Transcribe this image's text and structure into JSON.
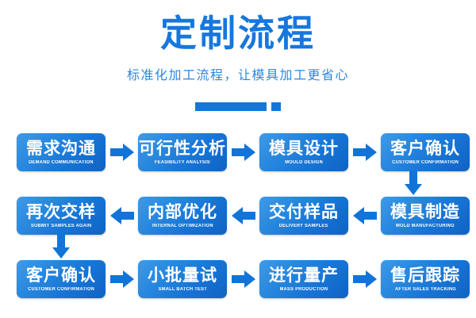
{
  "header": {
    "title": "定制流程",
    "subtitle": "标准化加工流程，让模具加工更省心",
    "accent_color": "#1677dd",
    "divider": {
      "bar_label": "divider-bar",
      "square_label": "divider-square"
    }
  },
  "theme": {
    "brand_blue": "#1677dd",
    "node_gradient_start": "#3f9ae8",
    "node_gradient_end": "#0f63c4",
    "arrow_color": "#1274d8",
    "background": "#ffffff",
    "node_text": "#ffffff"
  },
  "flow": {
    "rows": [
      {
        "direction": "right",
        "nodes": [
          {
            "cn": "需求沟通",
            "en": "DEMAND COMMUNICATION"
          },
          {
            "cn": "可行性分析",
            "en": "FEASIBILITY ANALYSIS"
          },
          {
            "cn": "模具设计",
            "en": "MOULD DESIGN"
          },
          {
            "cn": "客户确认",
            "en": "CUSTOMER CONFIRMATION"
          }
        ]
      },
      {
        "direction": "left",
        "nodes": [
          {
            "cn": "再次交样",
            "en": "SUBMIT SAMPLES AGAIN"
          },
          {
            "cn": "内部优化",
            "en": "INTERNAL OPTIMIZATION"
          },
          {
            "cn": "交付样品",
            "en": "DELIVERY SAMPLES"
          },
          {
            "cn": "模具制造",
            "en": "MOLD MANUFACTURING"
          }
        ]
      },
      {
        "direction": "right",
        "nodes": [
          {
            "cn": "客户确认",
            "en": "CUSTOMER CONFIRMATION"
          },
          {
            "cn": "小批量试",
            "en": "SMALL BATCH TEST"
          },
          {
            "cn": "进行量产",
            "en": "MASS PRODUCTION"
          },
          {
            "cn": "售后跟踪",
            "en": "AFTER SALES TRACKING"
          }
        ]
      }
    ],
    "connectors": [
      {
        "name": "connector-row1-to-row2",
        "direction": "down",
        "side": "right"
      },
      {
        "name": "connector-row2-to-row3",
        "direction": "down",
        "side": "left"
      }
    ]
  }
}
